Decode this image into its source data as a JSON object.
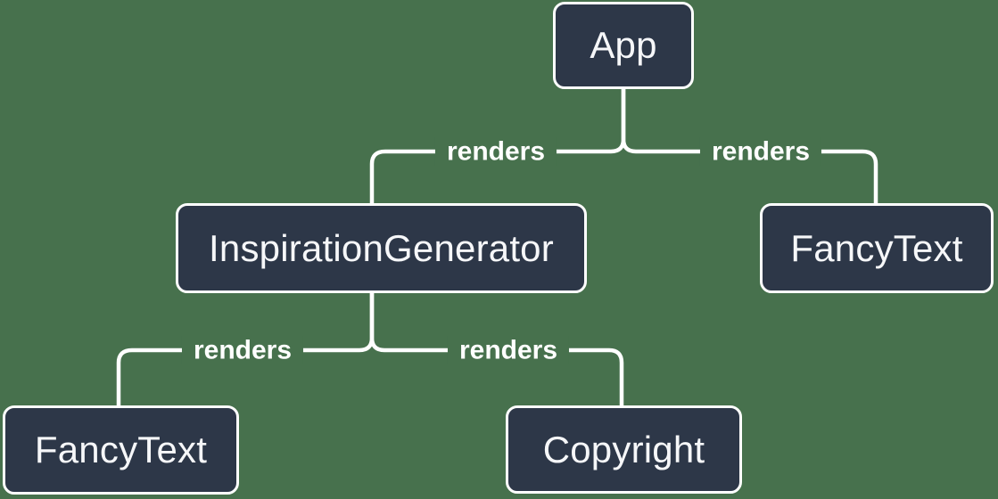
{
  "colors": {
    "background": "#47714D",
    "node_fill": "#2D3748",
    "node_border": "#FFFFFF",
    "node_text": "#F6F7F9",
    "line": "#FFFFFF",
    "edge_label_text": "#FFFFFF"
  },
  "nodes": [
    {
      "id": "app",
      "label": "App"
    },
    {
      "id": "inspiration-generator",
      "label": "InspirationGenerator"
    },
    {
      "id": "fancy-text-top",
      "label": "FancyText"
    },
    {
      "id": "fancy-text-bottom",
      "label": "FancyText"
    },
    {
      "id": "copyright",
      "label": "Copyright"
    }
  ],
  "edges": [
    {
      "from": "App",
      "to": "InspirationGenerator",
      "label": "renders"
    },
    {
      "from": "App",
      "to": "FancyText",
      "label": "renders"
    },
    {
      "from": "InspirationGenerator",
      "to": "FancyText",
      "label": "renders"
    },
    {
      "from": "InspirationGenerator",
      "to": "Copyright",
      "label": "renders"
    }
  ]
}
